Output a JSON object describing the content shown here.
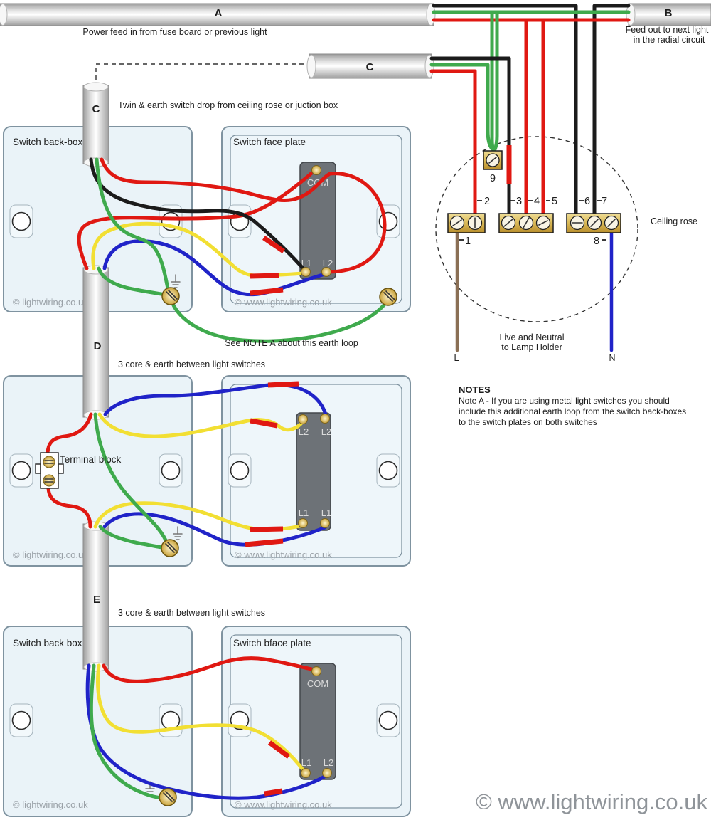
{
  "colors": {
    "red": "#e01812",
    "green": "#3faa4d",
    "yellow": "#f2df33",
    "blue": "#2023c8",
    "black": "#1b1b1b",
    "brown": "#8a6f55",
    "box_fill": "#eaf3f8",
    "box_border": "#7f93a0",
    "module_fill": "#6d7277",
    "watermark": "#9aa1a7",
    "footer_watermark": "#8f9499"
  },
  "cables": {
    "a": {
      "label": "A",
      "caption": "Power feed in from fuse board or previous light"
    },
    "b": {
      "label": "B",
      "caption_line1": "Feed out to next light",
      "caption_line2": "in the radial circuit"
    },
    "c": {
      "label": "C"
    }
  },
  "drops": {
    "c": {
      "label": "C",
      "caption": "Twin & earth switch drop from ceiling rose or juction box"
    },
    "d": {
      "label": "D",
      "caption": "3 core & earth between light switches"
    },
    "e": {
      "label": "E",
      "caption": "3 core & earth between light switches"
    }
  },
  "earth_note": "See NOTE A about this earth loop",
  "switch1": {
    "backbox_title": "Switch back-box",
    "faceplate_title": "Switch face plate",
    "com_label": "COM",
    "l1_label": "L1",
    "l2_label": "L2",
    "backbox_watermark": "© lightwiring.co.uk",
    "faceplate_watermark": "© www.lightwiring.co.uk"
  },
  "switch2": {
    "terminal_block_label": "Terminal block",
    "l2_left_label": "L2",
    "l2_right_label": "L2",
    "l1_left_label": "L1",
    "l1_right_label": "L1",
    "backbox_watermark": "© lightwiring.co.uk",
    "faceplate_watermark": "© www.lightwiring.co.uk"
  },
  "switch3": {
    "backbox_title": "Switch back box",
    "faceplate_title": "Switch bface plate",
    "com_label": "COM",
    "l1_label": "L1",
    "l2_label": "L2",
    "backbox_watermark": "© lightwiring.co.uk",
    "faceplate_watermark": "© www.lightwiring.co.uk"
  },
  "ceiling_rose": {
    "label": "Ceiling rose",
    "n1": "1",
    "n2": "2",
    "n3": "3",
    "n4": "4",
    "n5": "5",
    "n6": "6",
    "n7": "7",
    "n8": "8",
    "n9": "9",
    "caption_line1": "Live and Neutral",
    "caption_line2": "to Lamp Holder",
    "live_label": "L",
    "neutral_label": "N"
  },
  "notes": {
    "heading": "NOTES",
    "line1": "Note A - If you are using metal light switches you should",
    "line2": "include this additional earth loop from the switch back-boxes",
    "line3": "to the switch plates on both switches"
  },
  "footer_watermark": "© www.lightwiring.co.uk"
}
